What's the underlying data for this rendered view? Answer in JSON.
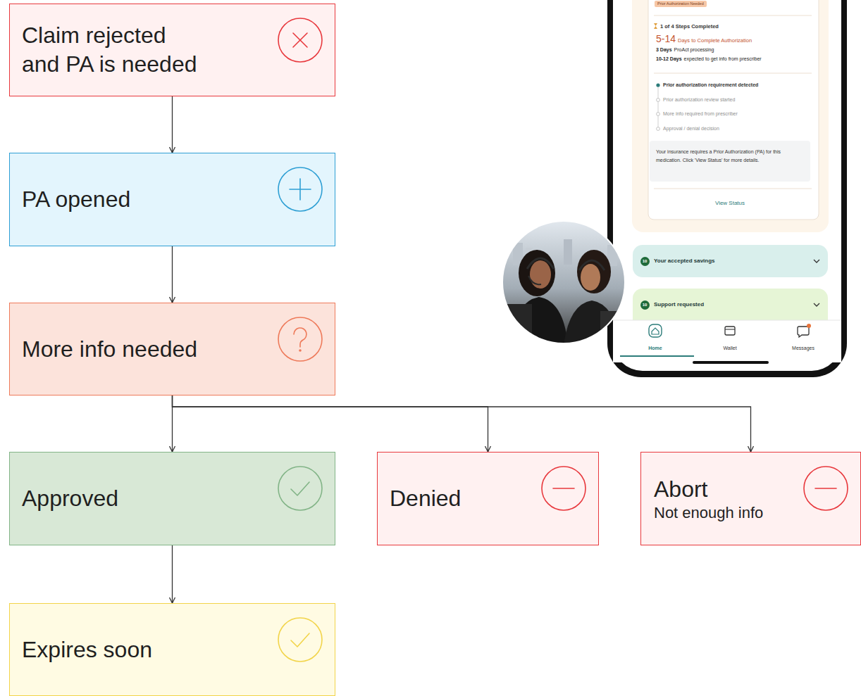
{
  "diagram": {
    "nodes": [
      {
        "text": [
          "Claim rejected and PA is needed"
        ]
      },
      {
        "text": [
          "PA opened"
        ]
      },
      {
        "text": [
          "More info needed"
        ]
      },
      {
        "text": [
          "Approved"
        ]
      },
      {
        "text": [
          "Denied"
        ]
      },
      {
        "text": [
          "Abort",
          "Not enough info"
        ]
      },
      {
        "text": [
          "Expires soon"
        ]
      }
    ],
    "edges": [
      {
        "from": 0,
        "to": 1,
        "arrow": "to"
      },
      {
        "from": 1,
        "to": 2,
        "arrow": "to"
      },
      {
        "from": 2,
        "to": 3,
        "arrow": "to"
      },
      {
        "from": 2,
        "to": 4,
        "arrow": "to"
      },
      {
        "from": 2,
        "to": 5,
        "arrow": "to"
      },
      {
        "from": 3,
        "to": 6,
        "arrow": "to"
      }
    ],
    "labels": [
      "Prior Authorization Needed",
      "1 of 4 Steps Completed",
      "5-14",
      "Days to Complete Authorization",
      "3 Days",
      "ProAct processing",
      "10-12 Days",
      "expected to get info from prescriber",
      "Prior authorization requirement detected",
      "Prior authorization review started",
      "More info required from prescriber",
      "Approval / denial decision",
      "Your insurance requires a Prior Authorization (PA) for this medication. Click 'View Status' for more details.",
      "View Status",
      "10",
      "Your accepted savings",
      "10",
      "Support requested",
      "Home",
      "Wallet",
      "Messages"
    ]
  }
}
